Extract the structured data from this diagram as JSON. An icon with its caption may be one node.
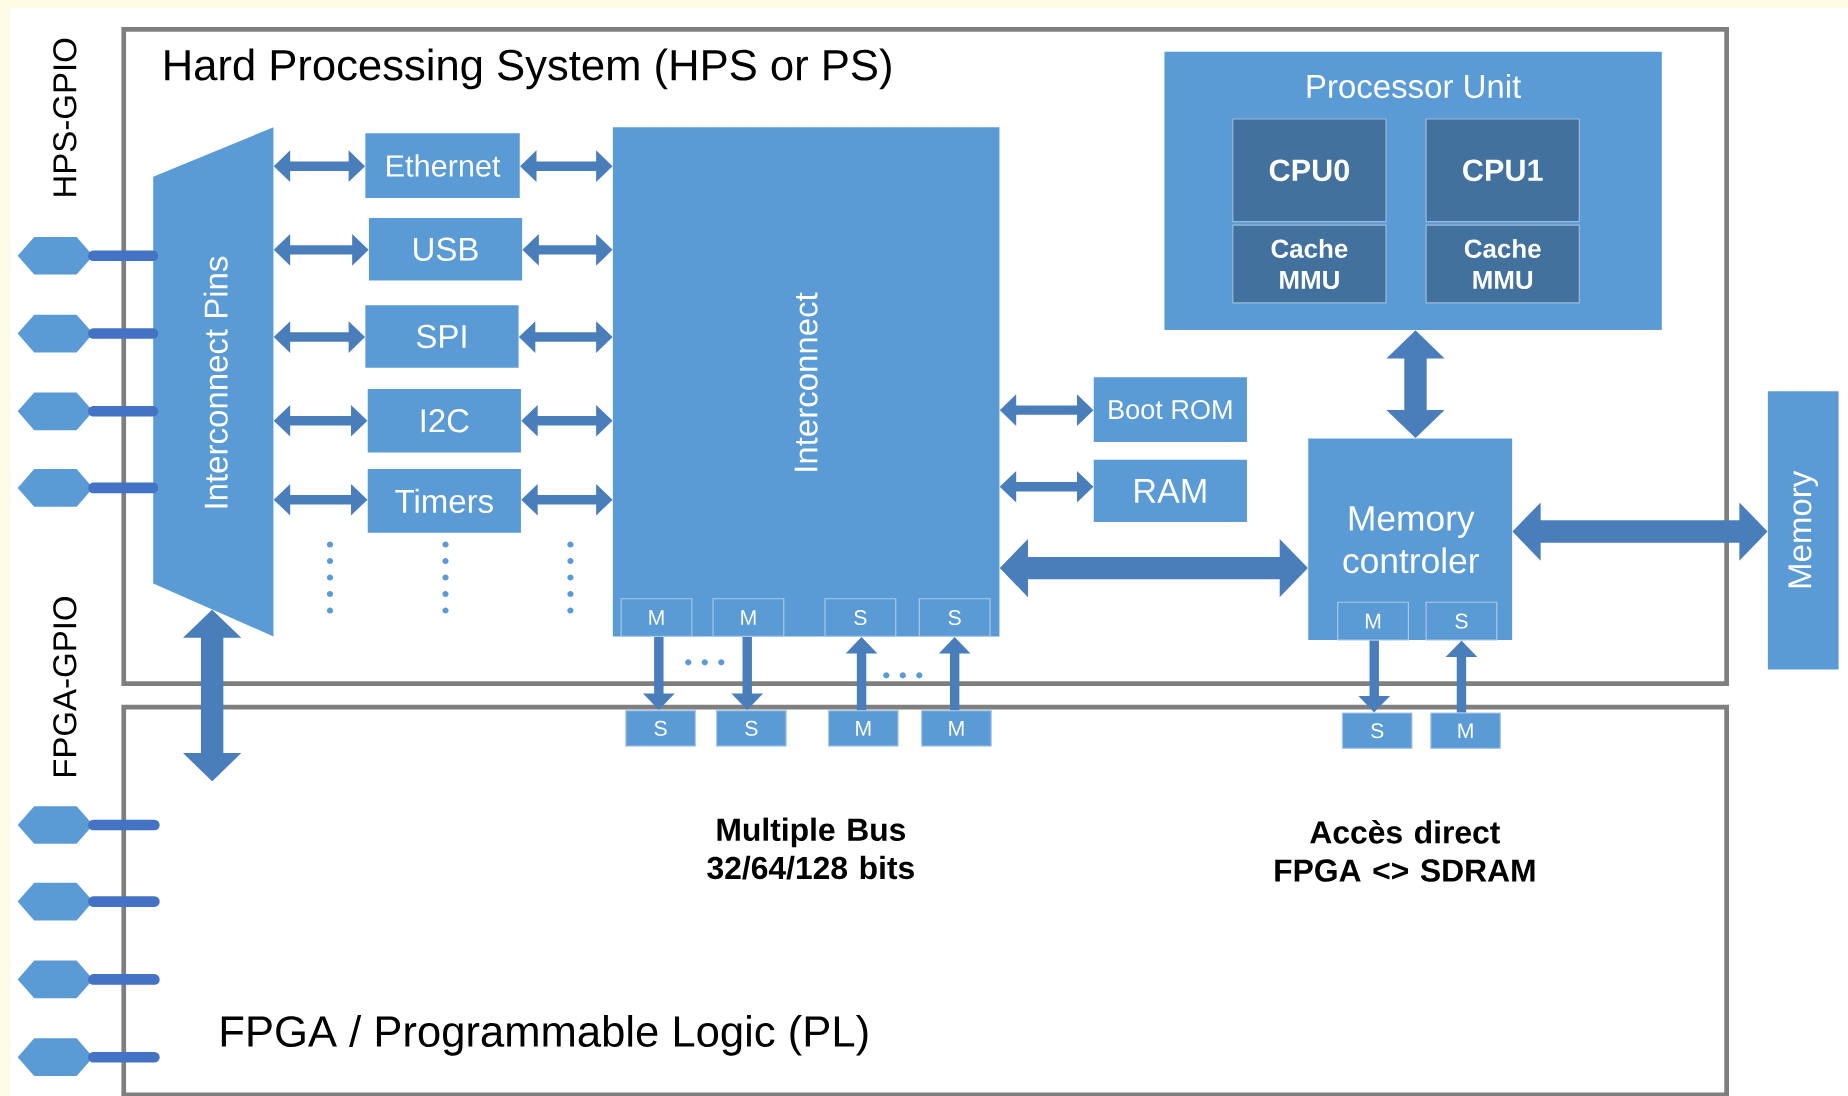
{
  "diagram": {
    "nodes": [
      {
        "text": [
          "Hard Processing System (HPS or PS)"
        ]
      },
      {
        "text": [
          "FPGA / Programmable Logic (PL)"
        ]
      },
      {
        "text": [
          "Interconnect Pins"
        ],
        "in": 0
      },
      {
        "text": [
          "Ethernet"
        ],
        "in": 0
      },
      {
        "text": [
          "USB"
        ],
        "in": 0
      },
      {
        "text": [
          "SPI"
        ],
        "in": 0
      },
      {
        "text": [
          "I2C"
        ],
        "in": 0
      },
      {
        "text": [
          "Timers"
        ],
        "in": 0
      },
      {
        "text": [
          "Interconnect"
        ],
        "in": 0
      },
      {
        "text": [
          "M"
        ],
        "in": 8
      },
      {
        "text": [
          "M"
        ],
        "in": 8
      },
      {
        "text": [
          "S"
        ],
        "in": 8
      },
      {
        "text": [
          "S"
        ],
        "in": 8
      },
      {
        "text": [
          "Boot ROM"
        ],
        "in": 0
      },
      {
        "text": [
          "RAM"
        ],
        "in": 0
      },
      {
        "text": [
          "Processor Unit"
        ],
        "in": 0
      },
      {
        "text": [
          "CPU0"
        ],
        "in": 15
      },
      {
        "text": [
          "Cache MMU"
        ],
        "in": 15
      },
      {
        "text": [
          "CPU1"
        ],
        "in": 15
      },
      {
        "text": [
          "Cache MMU"
        ],
        "in": 15
      },
      {
        "text": [
          "Memory controler"
        ],
        "in": 0
      },
      {
        "text": [
          "M"
        ],
        "in": 20
      },
      {
        "text": [
          "S"
        ],
        "in": 20
      },
      {
        "text": [
          "Memory"
        ]
      },
      {
        "text": [
          "S"
        ],
        "in": 1
      },
      {
        "text": [
          "S"
        ],
        "in": 1
      },
      {
        "text": [
          "M"
        ],
        "in": 1
      },
      {
        "text": [
          "M"
        ],
        "in": 1
      },
      {
        "text": [
          "S"
        ],
        "in": 1
      },
      {
        "text": [
          "M"
        ],
        "in": 1
      },
      {
        "text": [],
        "shape": "hexagon"
      },
      {
        "text": [],
        "shape": "hexagon"
      },
      {
        "text": [],
        "shape": "hexagon"
      },
      {
        "text": [],
        "shape": "hexagon"
      },
      {
        "text": [],
        "shape": "hexagon"
      },
      {
        "text": [],
        "shape": "hexagon"
      },
      {
        "text": [],
        "shape": "hexagon"
      },
      {
        "text": [],
        "shape": "hexagon"
      }
    ],
    "edges": [
      {
        "from": 2,
        "to": 3,
        "arrow": "both"
      },
      {
        "from": 3,
        "to": 8,
        "arrow": "both"
      },
      {
        "from": 2,
        "to": 4,
        "arrow": "both"
      },
      {
        "from": 4,
        "to": 8,
        "arrow": "both"
      },
      {
        "from": 2,
        "to": 5,
        "arrow": "both"
      },
      {
        "from": 5,
        "to": 8,
        "arrow": "both"
      },
      {
        "from": 2,
        "to": 6,
        "arrow": "both"
      },
      {
        "from": 6,
        "to": 8,
        "arrow": "both"
      },
      {
        "from": 2,
        "to": 7,
        "arrow": "both"
      },
      {
        "from": 7,
        "to": 8,
        "arrow": "both"
      },
      {
        "from": 8,
        "to": 13,
        "arrow": "both"
      },
      {
        "from": 8,
        "to": 14,
        "arrow": "both"
      },
      {
        "from": 8,
        "to": 20,
        "arrow": "both",
        "style": "thick"
      },
      {
        "from": 15,
        "to": 20,
        "arrow": "both",
        "style": "thick"
      },
      {
        "from": 20,
        "to": 23,
        "arrow": "both",
        "style": "thick"
      },
      {
        "from": 9,
        "to": 24,
        "arrow": "to"
      },
      {
        "from": 10,
        "to": 25,
        "arrow": "to"
      },
      {
        "from": 26,
        "to": 11,
        "arrow": "to"
      },
      {
        "from": 27,
        "to": 12,
        "arrow": "to"
      },
      {
        "from": 21,
        "to": 28,
        "arrow": "to"
      },
      {
        "from": 29,
        "to": 22,
        "arrow": "to"
      },
      {
        "from": 2,
        "to": 1,
        "arrow": "both",
        "style": "thick"
      },
      {
        "from": 30,
        "to": 2,
        "arrow": "none",
        "color": "#4472c4"
      },
      {
        "from": 31,
        "to": 2,
        "arrow": "none",
        "color": "#4472c4"
      },
      {
        "from": 32,
        "to": 2,
        "arrow": "none",
        "color": "#4472c4"
      },
      {
        "from": 33,
        "to": 2,
        "arrow": "none",
        "color": "#4472c4"
      },
      {
        "from": 34,
        "to": 1,
        "arrow": "none",
        "color": "#4472c4"
      },
      {
        "from": 35,
        "to": 1,
        "arrow": "none",
        "color": "#4472c4"
      },
      {
        "from": 36,
        "to": 1,
        "arrow": "none",
        "color": "#4472c4"
      },
      {
        "from": 37,
        "to": 1,
        "arrow": "none",
        "color": "#4472c4"
      }
    ],
    "labels": [
      "HPS-GPIO",
      "FPGA-GPIO",
      "Multiple Bus 32/64/128 bits",
      "Accès direct FPGA <> SDRAM"
    ]
  }
}
